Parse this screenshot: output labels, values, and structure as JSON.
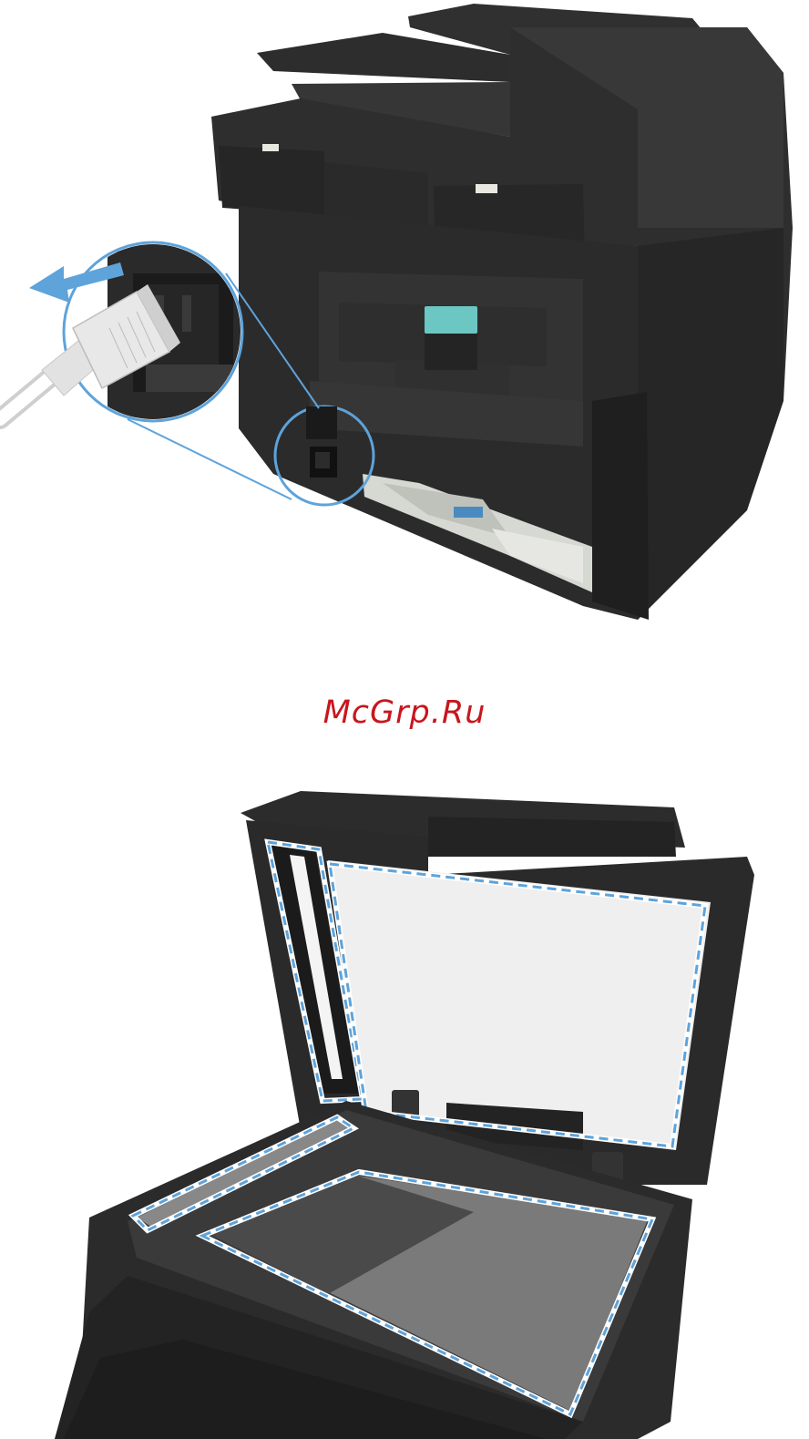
{
  "watermark": {
    "text": "McGrp.Ru",
    "color": "#c8161d"
  },
  "colors": {
    "body_dark": "#2b2b2c",
    "body_mid": "#3a3a3b",
    "body_light": "#4a4a4b",
    "callout_blue": "#5ea3da",
    "latch_teal": "#6cc7c2",
    "glass_light": "#efeff0"
  },
  "figures": [
    {
      "name": "printer-rear-unplug-power",
      "icon": "power-cord-arrow-icon"
    },
    {
      "name": "scanner-glass-open-lid",
      "icon": "dashed-clean-area-icon"
    }
  ]
}
